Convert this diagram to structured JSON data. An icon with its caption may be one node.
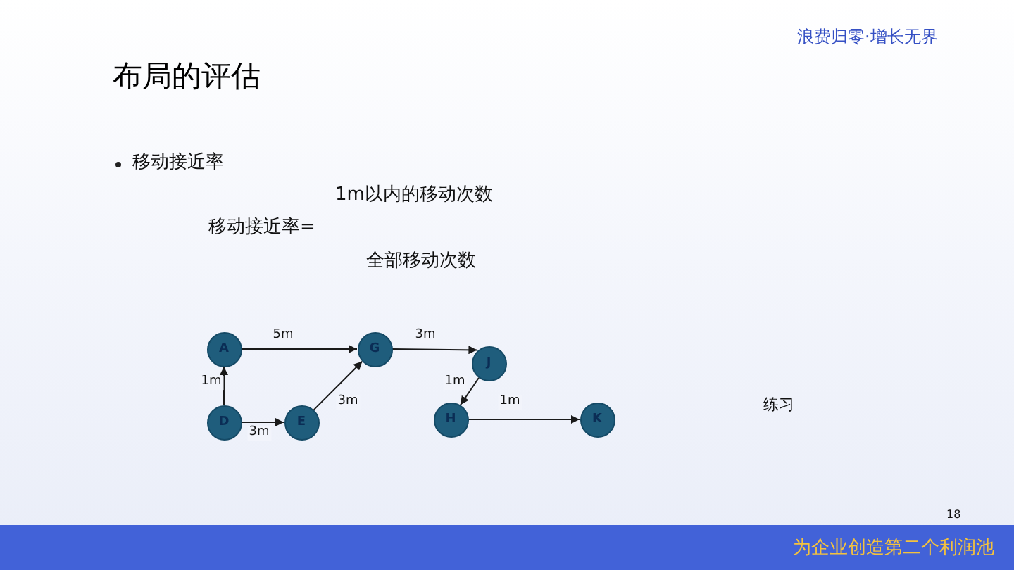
{
  "diagram": {
    "title": "布局的评估",
    "nodes": [
      {
        "text": [
          "A"
        ]
      },
      {
        "text": [
          "G"
        ]
      },
      {
        "text": [
          "J"
        ]
      },
      {
        "text": [
          "D"
        ]
      },
      {
        "text": [
          "E"
        ]
      },
      {
        "text": [
          "H"
        ]
      },
      {
        "text": [
          "K"
        ]
      }
    ],
    "edges": [
      {
        "from": 3,
        "to": 0,
        "arrow": "to",
        "label": "1m"
      },
      {
        "from": 0,
        "to": 1,
        "arrow": "to",
        "label": "5m"
      },
      {
        "from": 3,
        "to": 4,
        "arrow": "to",
        "label": "3m"
      },
      {
        "from": 4,
        "to": 1,
        "arrow": "to",
        "label": "3m"
      },
      {
        "from": 1,
        "to": 2,
        "arrow": "to",
        "label": "3m"
      },
      {
        "from": 2,
        "to": 5,
        "arrow": "to",
        "label": "1m"
      },
      {
        "from": 5,
        "to": 6,
        "arrow": "to",
        "label": "1m"
      }
    ],
    "labels": [
      "浪费归零·增长无界",
      "移动接近率",
      "1m以内的移动次数",
      "移动接近率=",
      "全部移动次数",
      "练习",
      "18",
      "为企业创造第二个利润池"
    ]
  }
}
